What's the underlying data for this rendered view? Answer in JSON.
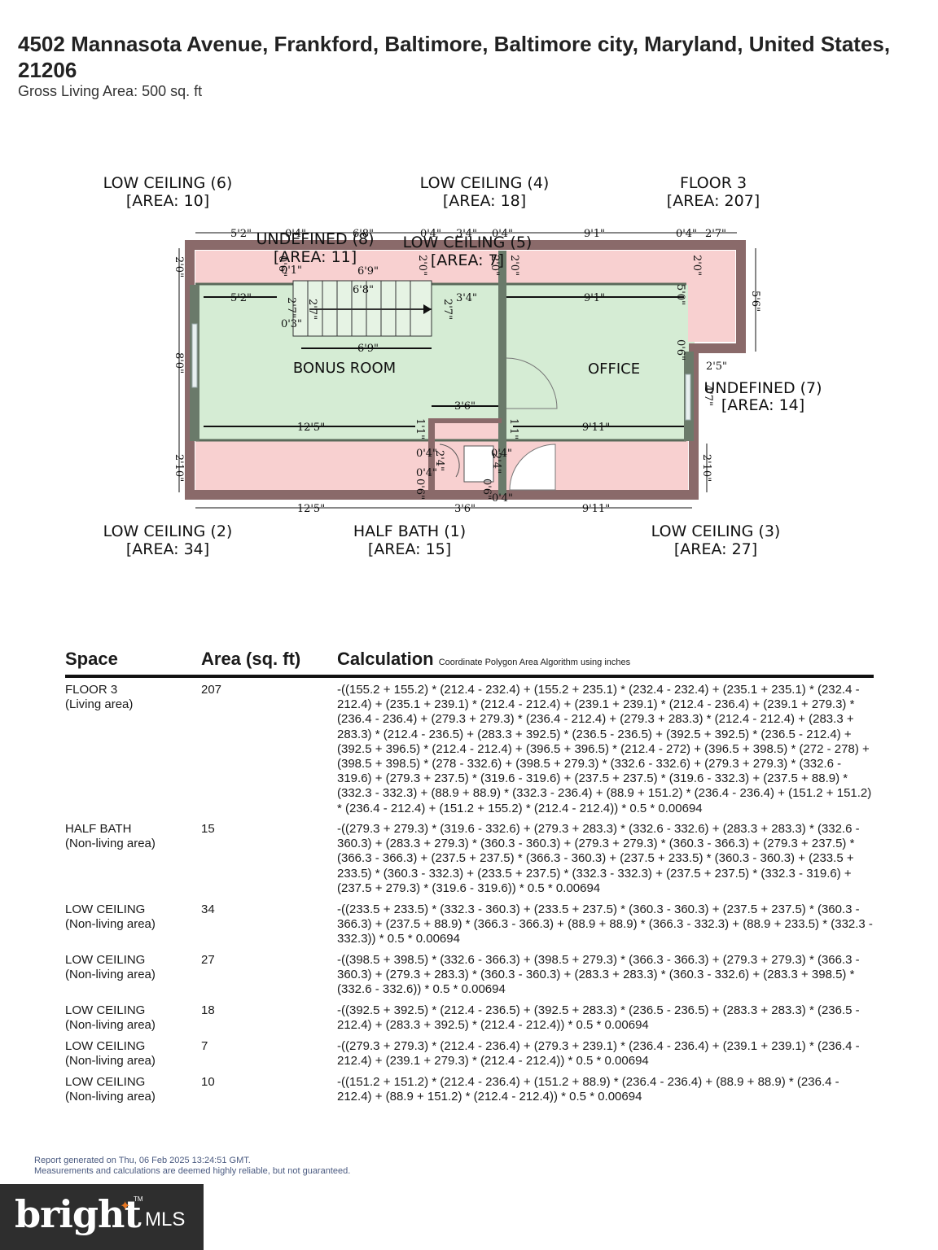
{
  "header": {
    "address": "4502 Mannasota Avenue, Frankford, Baltimore, Baltimore city, Maryland, United States, 21206",
    "gla": "Gross Living Area: 500 sq. ft"
  },
  "plan": {
    "area_labels": [
      {
        "name": "LOW CEILING (6)",
        "area": "[AREA: 10]"
      },
      {
        "name": "LOW CEILING (4)",
        "area": "[AREA: 18]"
      },
      {
        "name": "FLOOR 3",
        "area": "[AREA: 207]"
      },
      {
        "name": "UNDEFINED (8)",
        "area": "[AREA: 11]"
      },
      {
        "name": "LOW CEILING (5)",
        "area": "[AREA: 7]"
      },
      {
        "name": "UNDEFINED (7)",
        "area": "[AREA: 14]"
      },
      {
        "name": "LOW CEILING (2)",
        "area": "[AREA: 34]"
      },
      {
        "name": "HALF BATH (1)",
        "area": "[AREA: 15]"
      },
      {
        "name": "LOW CEILING (3)",
        "area": "[AREA: 27]"
      }
    ],
    "rooms": [
      "BONUS ROOM",
      "OFFICE"
    ],
    "dims": {
      "top": [
        "5'2\"",
        "0'4\"",
        "6'8\"",
        "0'4\"",
        "3'4\"",
        "0'4\"",
        "9'1\"",
        "0'4\"",
        "2'7\""
      ],
      "inner_top": [
        "5'2\"",
        "6'8\"",
        "3'4\"",
        "9'1\""
      ],
      "stair": [
        "6'9\"",
        "6'9\"",
        "2'7\"",
        "2'7\"",
        "2'7\"",
        "0'3\"",
        "0'1\"",
        "0'6\""
      ],
      "mid": [
        "12'5\"",
        "3'6\"",
        "9'11\"",
        "1'1\"",
        "1'1\""
      ],
      "bottom": [
        "12'5\"",
        "3'6\"",
        "9'11\"",
        "0'4\""
      ],
      "left": [
        "2'0\"",
        "8'0\"",
        "2'10\""
      ],
      "right": [
        "5'6\"",
        "2'0\"",
        "5'0\"",
        "0'6\"",
        "2'5\"",
        "4'7\"",
        "2'10\""
      ],
      "bath": [
        "0'4\"",
        "2'4\"",
        "0'4\"",
        "0'6\"",
        "2'4\"",
        "0'4\"",
        "0'6\""
      ],
      "small": [
        "2'0\"",
        "2'0\"",
        "2'0\""
      ]
    }
  },
  "table": {
    "headers": {
      "space": "Space",
      "area": "Area (sq. ft)",
      "calc": "Calculation",
      "calc_note": "Coordinate Polygon Area Algorithm using inches"
    },
    "rows": [
      {
        "space": "FLOOR 3",
        "type": "(Living area)",
        "area": "207",
        "calc": "-((155.2 + 155.2) * (212.4 - 232.4) + (155.2 + 235.1) * (232.4 - 232.4) + (235.1 + 235.1) * (232.4 - 212.4) + (235.1 + 239.1) * (212.4 - 212.4) + (239.1 + 239.1) * (212.4 - 236.4) + (239.1 + 279.3) * (236.4 - 236.4) + (279.3 + 279.3) * (236.4 - 212.4) + (279.3 + 283.3) * (212.4 - 212.4) + (283.3 + 283.3) * (212.4 - 236.5) + (283.3 + 392.5) * (236.5 - 236.5) + (392.5 + 392.5) * (236.5 - 212.4) + (392.5 + 396.5) * (212.4 - 212.4) + (396.5 + 396.5) * (212.4 - 272) + (396.5 + 398.5) * (272 - 278) + (398.5 + 398.5) * (278 - 332.6) + (398.5 + 279.3) * (332.6 - 332.6) + (279.3 + 279.3) * (332.6 - 319.6) + (279.3 + 237.5) * (319.6 - 319.6) + (237.5 + 237.5) * (319.6 - 332.3) + (237.5 + 88.9) * (332.3 - 332.3) + (88.9 + 88.9) * (332.3 - 236.4) + (88.9 + 151.2) * (236.4 - 236.4) + (151.2 + 151.2) * (236.4 - 212.4) + (151.2 + 155.2) * (212.4 - 212.4)) * 0.5 * 0.00694"
      },
      {
        "space": "HALF BATH",
        "type": "(Non-living area)",
        "area": "15",
        "calc": "-((279.3 + 279.3) * (319.6 - 332.6) + (279.3 + 283.3) * (332.6 - 332.6) + (283.3 + 283.3) * (332.6 - 360.3) + (283.3 + 279.3) * (360.3 - 360.3) + (279.3 + 279.3) * (360.3 - 366.3) + (279.3 + 237.5) * (366.3 - 366.3) + (237.5 + 237.5) * (366.3 - 360.3) + (237.5 + 233.5) * (360.3 - 360.3) + (233.5 + 233.5) * (360.3 - 332.3) + (233.5 + 237.5) * (332.3 - 332.3) + (237.5 + 237.5) * (332.3 - 319.6) + (237.5 + 279.3) * (319.6 - 319.6)) * 0.5 * 0.00694"
      },
      {
        "space": "LOW CEILING",
        "type": "(Non-living area)",
        "area": "34",
        "calc": "-((233.5 + 233.5) * (332.3 - 360.3) + (233.5 + 237.5) * (360.3 - 360.3) + (237.5 + 237.5) * (360.3 - 366.3) + (237.5 + 88.9) * (366.3 - 366.3) + (88.9 + 88.9) * (366.3 - 332.3) + (88.9 + 233.5) * (332.3 - 332.3)) * 0.5 * 0.00694"
      },
      {
        "space": "LOW CEILING",
        "type": "(Non-living area)",
        "area": "27",
        "calc": "-((398.5 + 398.5) * (332.6 - 366.3) + (398.5 + 279.3) * (366.3 - 366.3) + (279.3 + 279.3) * (366.3 - 360.3) + (279.3 + 283.3) * (360.3 - 360.3) + (283.3 + 283.3) * (360.3 - 332.6) + (283.3 + 398.5) * (332.6 - 332.6)) * 0.5 * 0.00694"
      },
      {
        "space": "LOW CEILING",
        "type": "(Non-living area)",
        "area": "18",
        "calc": "-((392.5 + 392.5) * (212.4 - 236.5) + (392.5 + 283.3) * (236.5 - 236.5) + (283.3 + 283.3) * (236.5 - 212.4) + (283.3 + 392.5) * (212.4 - 212.4)) * 0.5 * 0.00694"
      },
      {
        "space": "LOW CEILING",
        "type": "(Non-living area)",
        "area": "7",
        "calc": "-((279.3 + 279.3) * (212.4 - 236.4) + (279.3 + 239.1) * (236.4 - 236.4) + (239.1 + 239.1) * (236.4 - 212.4) + (239.1 + 279.3) * (212.4 - 212.4)) * 0.5 * 0.00694"
      },
      {
        "space": "LOW CEILING",
        "type": "(Non-living area)",
        "area": "10",
        "calc": "-((151.2 + 151.2) * (212.4 - 236.4) + (151.2 + 88.9) * (236.4 - 236.4) + (88.9 + 88.9) * (236.4 - 212.4) + (88.9 + 151.2) * (212.4 - 212.4)) * 0.5 * 0.00694"
      }
    ]
  },
  "footer": {
    "generated": "Report generated on Thu, 06 Feb 2025 13:24:51 GMT.",
    "disclaimer": "Measurements and calculations are deemed highly reliable, but not guaranteed."
  },
  "logo": {
    "brand": "bright",
    "mls": "MLS",
    "tm": "TM"
  },
  "colors": {
    "living": "#d5ecd4",
    "non_living": "#f8d0d0",
    "wall": "#8a6a6a",
    "wall_inner": "#5a6a5a",
    "logo_bg": "#2e2e2e",
    "logo_accent": "#e87722"
  }
}
